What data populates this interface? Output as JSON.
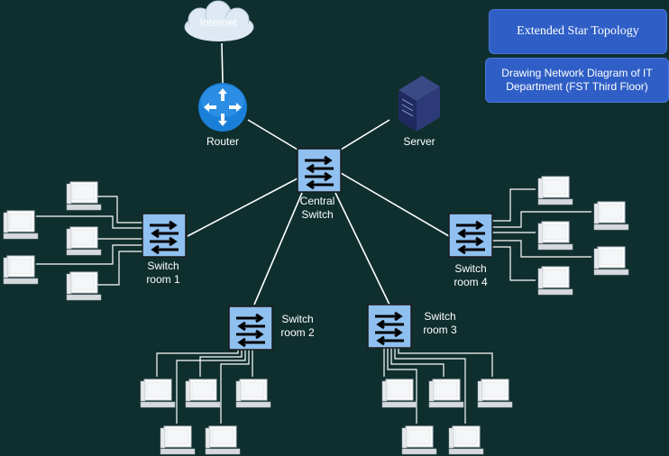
{
  "title": "Extended Star Topology",
  "subtitle": "Drawing Network Diagram of IT\nDepartment (FST Third Floor)",
  "nodes": {
    "internet": "Internet",
    "router": "Router",
    "server": "Server",
    "central_switch": [
      "Central",
      "Switch"
    ],
    "switch1": [
      "Switch",
      "room 1"
    ],
    "switch2": [
      "Switch",
      "room 2"
    ],
    "switch3": [
      "Switch",
      "room 3"
    ],
    "switch4": [
      "Switch",
      "room 4"
    ]
  },
  "colors": {
    "background": "#0f2f2e",
    "switch_fill": "#8fc0f0",
    "title_box": "#2f5fc6",
    "router": "#1a7fd8",
    "link": "#ffffff"
  },
  "icons": {
    "internet": "cloud-icon",
    "router": "router-icon",
    "server": "server-icon",
    "switch": "switch-icon",
    "computer": "computer-icon"
  }
}
